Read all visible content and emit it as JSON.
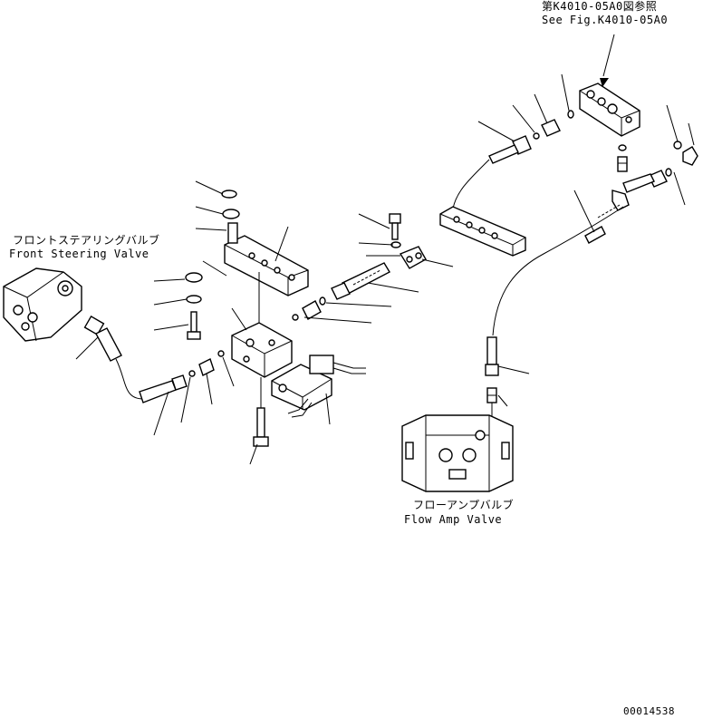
{
  "reference": {
    "line1": "第K4010-05A0図参照",
    "line2": "See Fig.K4010-05A0"
  },
  "front_steering_valve": {
    "jp": "フロントステアリングバルブ",
    "en": "Front Steering Valve"
  },
  "flow_amp_valve": {
    "jp": "フローアンプバルブ",
    "en": "Flow Amp Valve"
  },
  "figure_number": "00014538"
}
